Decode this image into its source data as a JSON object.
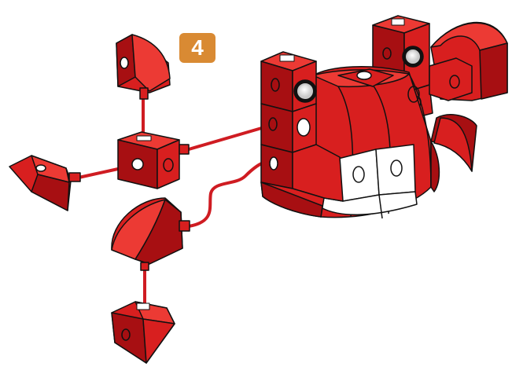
{
  "instruction": {
    "step_number": "4"
  },
  "colors": {
    "brick_red": "#d81f1f",
    "brick_shadow": "#a70f12",
    "brick_highlight": "#ec3a34",
    "connector_line": "#cf1c22",
    "white_block": "#ffffff",
    "outline": "#111111",
    "step_badge": "#d98a33",
    "eye_ring": "#c9c9c9"
  },
  "parts": [
    "quarter-dome-piece-top",
    "quarter-dome-piece-left",
    "connector-cube",
    "quarter-dome-piece-lower",
    "wedge-piece-bottom",
    "crab-body-assembly"
  ]
}
